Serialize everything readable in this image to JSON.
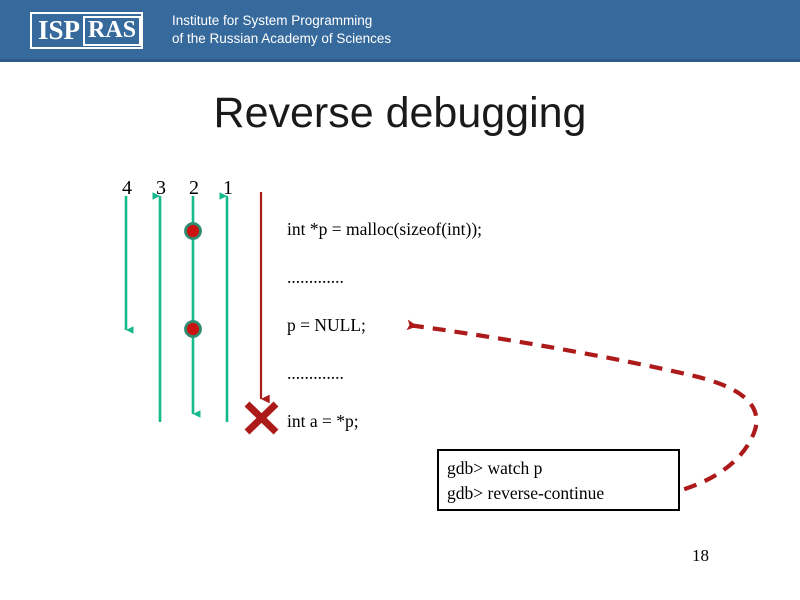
{
  "slide": {
    "title": "Reverse debugging",
    "page_number": "18"
  },
  "header": {
    "logo_isp": "ISP",
    "logo_ras": "RAS",
    "institute_line1": "Institute for System Programming",
    "institute_line2": "of the Russian Academy of Sciences",
    "band_color": "#36699c",
    "band_border_color": "#2d5a88"
  },
  "code": {
    "lines": [
      "int *p = malloc(sizeof(int));",
      ".............",
      "p = NULL;",
      ".............",
      "int a = *p;"
    ]
  },
  "lanes": {
    "labels": [
      "4",
      "3",
      "2",
      "1"
    ],
    "description": [
      "lane 4: green arrow pointing down, short",
      "lane 3: green arrow pointing up, full height",
      "lane 2: green arrow pointing down with two watchpoint dots",
      "lane 1: green arrow pointing up, full height"
    ]
  },
  "execution": {
    "forward_arrow": "red arrow pointing down to crash",
    "crash_marker": "red cross",
    "reverse_arrow": "dashed red curved arrow from gdb box to p = NULL line"
  },
  "gdb": {
    "command1": "gdb> watch p",
    "command2": "gdb> reverse-continue"
  },
  "colors": {
    "green": "#14b98c",
    "red": "#ad1a1a",
    "dot_fill": "#cc1111",
    "dot_ring": "#2e8b6f",
    "header_blue": "#36699c",
    "text_black": "#000000"
  }
}
